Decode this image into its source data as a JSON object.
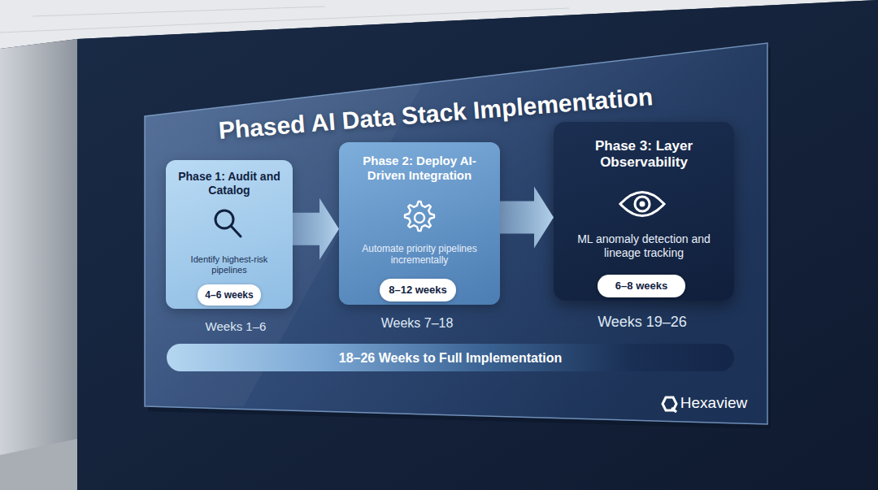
{
  "diagram": {
    "title": "Phased AI Data Stack Implementation",
    "nodes": [
      {
        "text": [
          "Phase 1: Audit and Catalog",
          "Identify highest-risk pipelines"
        ]
      },
      {
        "text": [
          "4–6 weeks"
        ],
        "in": 0
      },
      {
        "text": [
          "Phase 2: Deploy AI-Driven Integration",
          "Automate priority pipelines incrementally"
        ]
      },
      {
        "text": [
          "8–12 weeks"
        ],
        "in": 2
      },
      {
        "text": [
          "Phase 3: Layer Observability",
          "ML anomaly detection and lineage tracking"
        ]
      },
      {
        "text": [
          "6–8 weeks"
        ],
        "in": 4
      },
      {
        "text": [
          "18–26 Weeks to Full Implementation"
        ]
      }
    ],
    "edges": [
      {
        "from": 0,
        "to": 2,
        "arrow": "to"
      },
      {
        "from": 2,
        "to": 4,
        "arrow": "to"
      }
    ],
    "labels": [
      "Weeks 1–6",
      "Weeks 7–18",
      "Weeks 19–26",
      "Hexaview"
    ]
  }
}
